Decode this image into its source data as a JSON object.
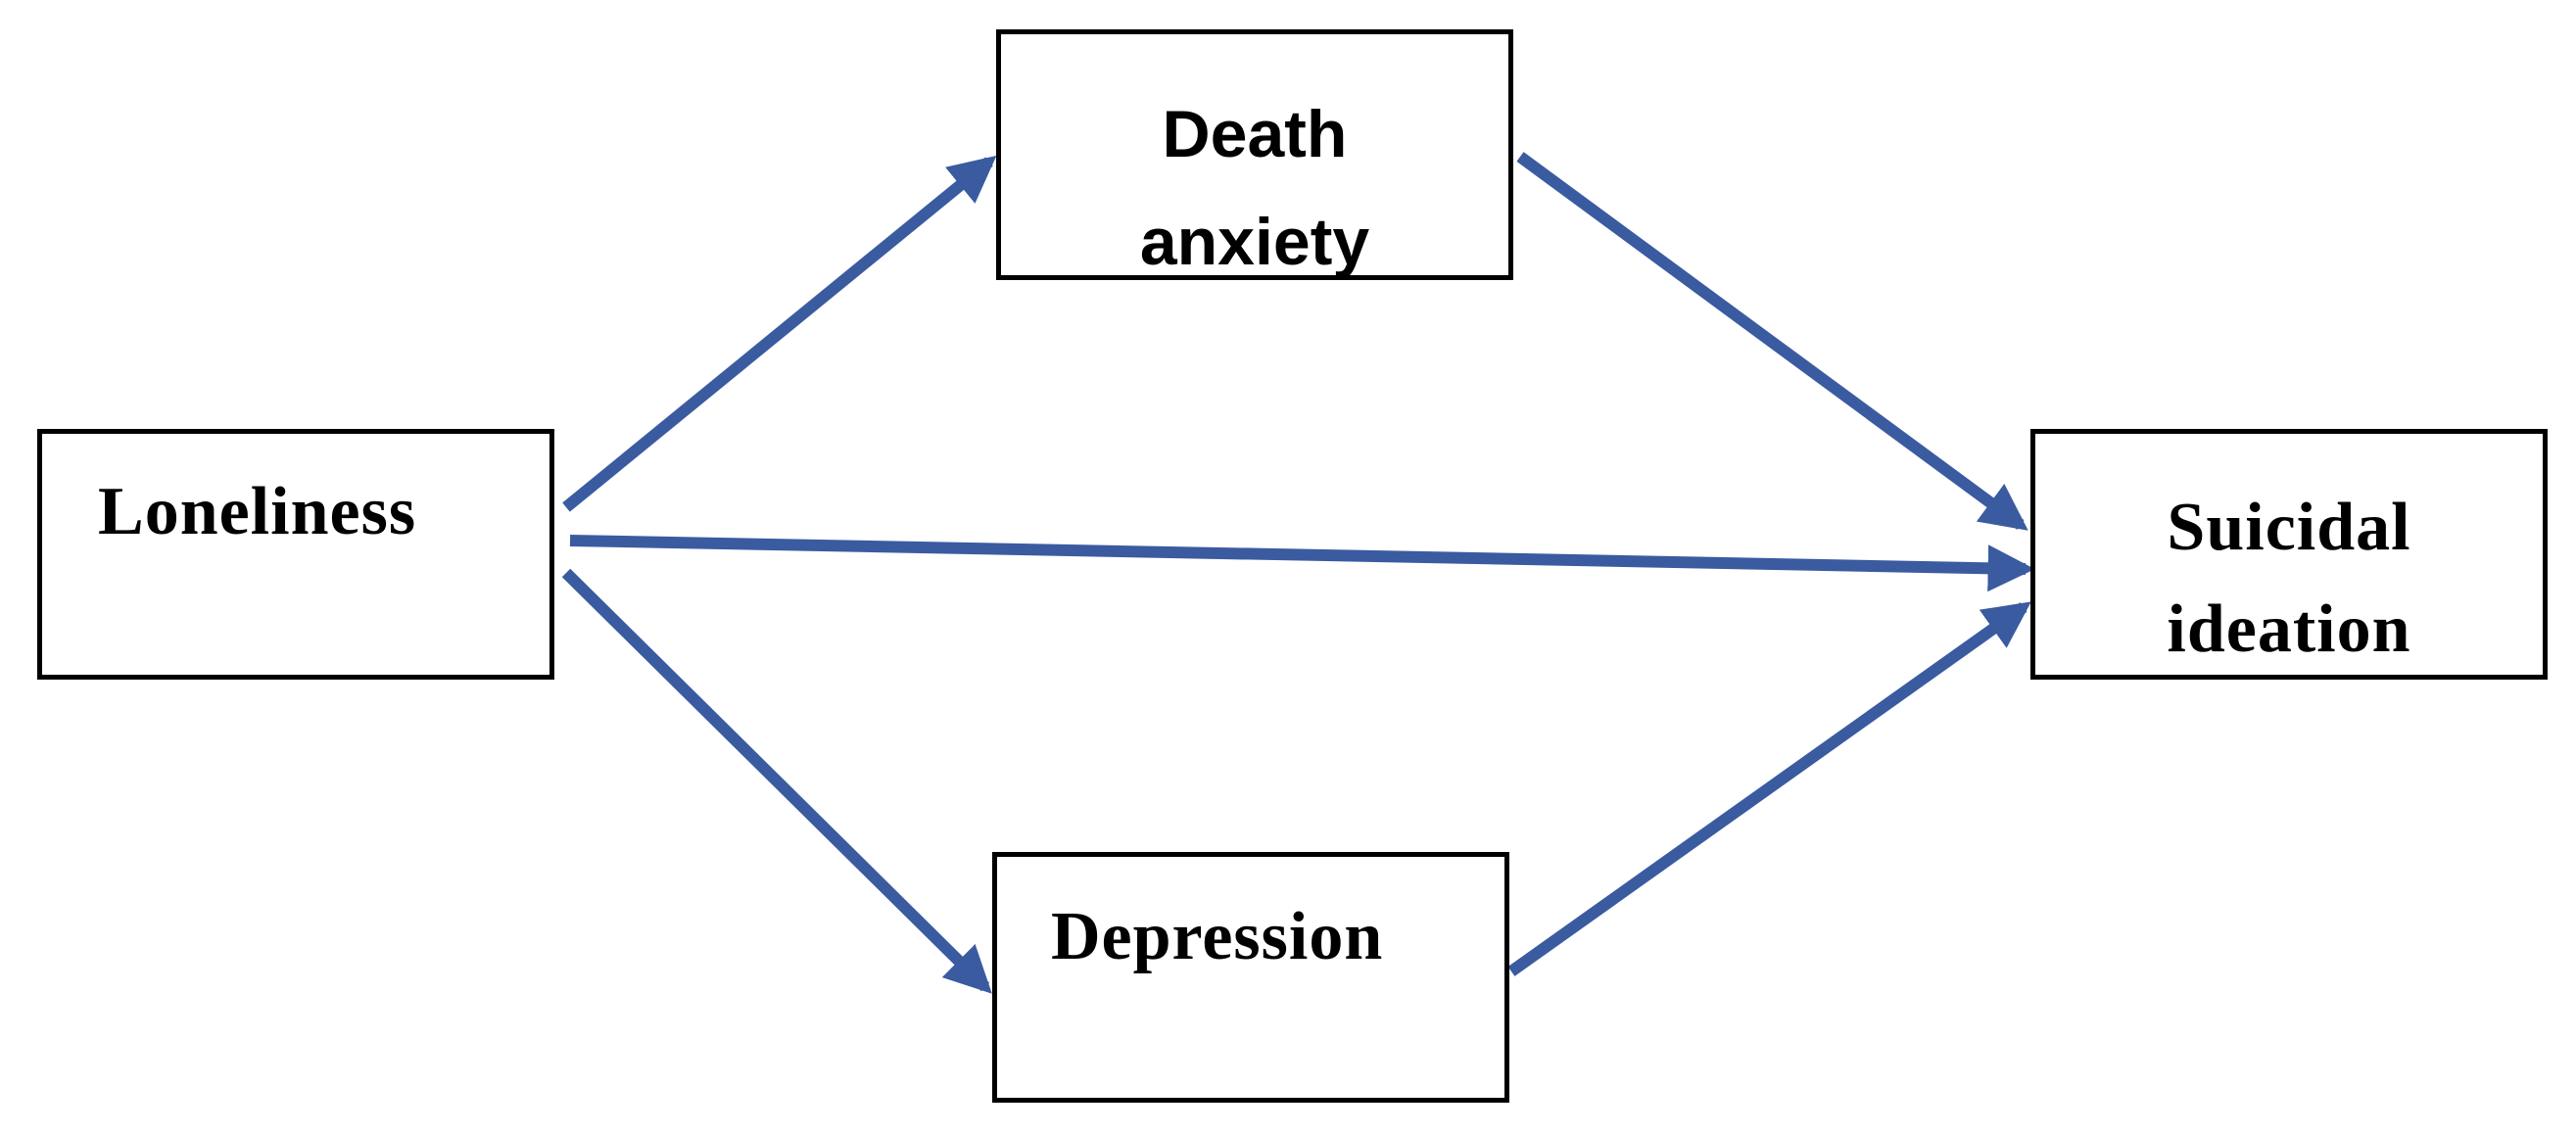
{
  "colors": {
    "arrow": "#3a5ba0",
    "box_border": "#000000",
    "text": "#000000",
    "background": "#ffffff"
  },
  "nodes": {
    "death_anxiety": {
      "line1": "Death",
      "line2": "anxiety"
    },
    "loneliness": {
      "label": "Loneliness"
    },
    "depression": {
      "label": "Depression"
    },
    "suicidal_ideation": {
      "line1": "Suicidal",
      "line2": "ideation"
    }
  },
  "edges": [
    {
      "from": "Loneliness",
      "to": "Death anxiety"
    },
    {
      "from": "Death anxiety",
      "to": "Suicidal ideation"
    },
    {
      "from": "Loneliness",
      "to": "Suicidal ideation"
    },
    {
      "from": "Loneliness",
      "to": "Depression"
    },
    {
      "from": "Depression",
      "to": "Suicidal ideation"
    }
  ]
}
